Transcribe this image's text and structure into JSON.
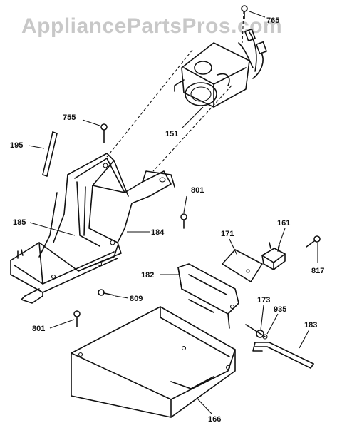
{
  "watermark": "AppliancePartsPros.com",
  "callouts": {
    "p765": "765",
    "p755": "755",
    "p195": "195",
    "p151": "151",
    "p801a": "801",
    "p185": "185",
    "p184": "184",
    "p171": "171",
    "p161": "161",
    "p817": "817",
    "p182": "182",
    "p809": "809",
    "p801b": "801",
    "p173": "173",
    "p935": "935",
    "p183": "183",
    "p166": "166"
  }
}
